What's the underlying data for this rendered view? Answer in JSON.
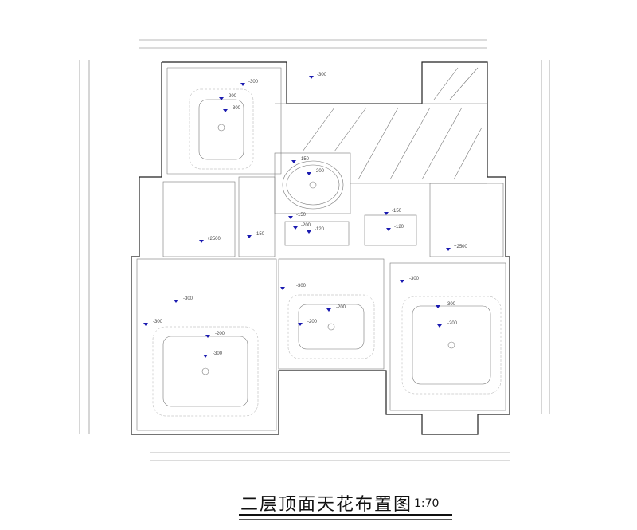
{
  "drawing": {
    "title": "二层顶面天花布置图",
    "scale": "1:70"
  },
  "labels": [
    "-300",
    "-300",
    "-200",
    "-300",
    "-150",
    "-200",
    "+2500",
    "-150",
    "-120",
    "-120",
    "-150",
    "+2500",
    "-150",
    "-300",
    "-200",
    "-300",
    "-300",
    "-300",
    "-200",
    "-200",
    "-300",
    "-300",
    "-200",
    "-200"
  ],
  "colors": {
    "marker": "#1a1ab0",
    "line": "#222222"
  }
}
